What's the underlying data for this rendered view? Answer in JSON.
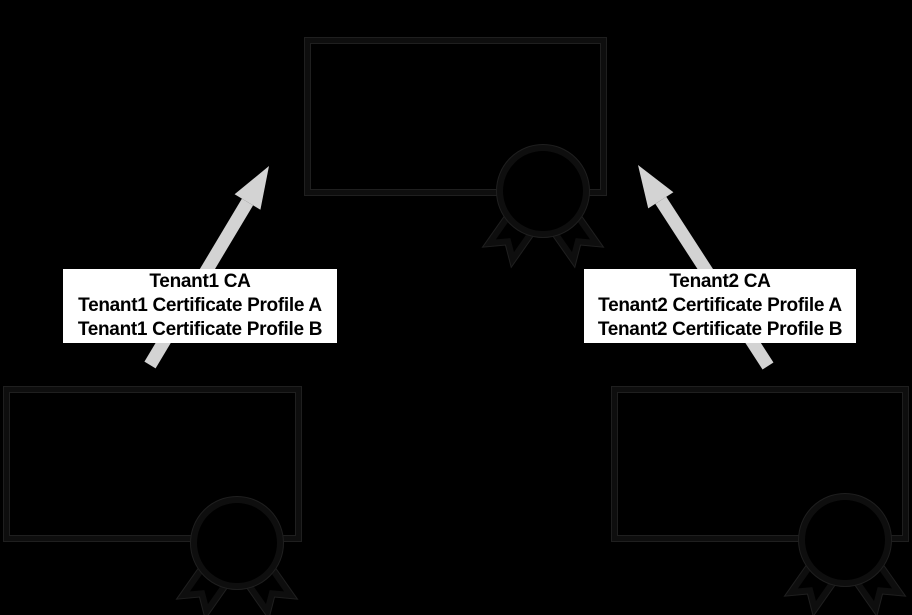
{
  "colors": {
    "background": "#000000",
    "box_stroke": "#0e0e0e",
    "stroke_halo": "#1f1f1f",
    "arrow": "#d3d3d3",
    "label_background": "#ffffff",
    "label_text": "#000000"
  },
  "tenant1_label": {
    "line1": "Tenant1 CA",
    "line2": "Tenant1 Certificate Profile A",
    "line3": "Tenant1 Certificate Profile B"
  },
  "tenant2_label": {
    "line1": "Tenant2 CA",
    "line2": "Tenant2 Certificate Profile A",
    "line3": "Tenant2 Certificate Profile B"
  },
  "icons": {
    "certificate_ribbon": "certificate-ribbon-icon",
    "tenant1_arrow": "up-right-arrow",
    "tenant2_arrow": "up-left-arrow"
  }
}
